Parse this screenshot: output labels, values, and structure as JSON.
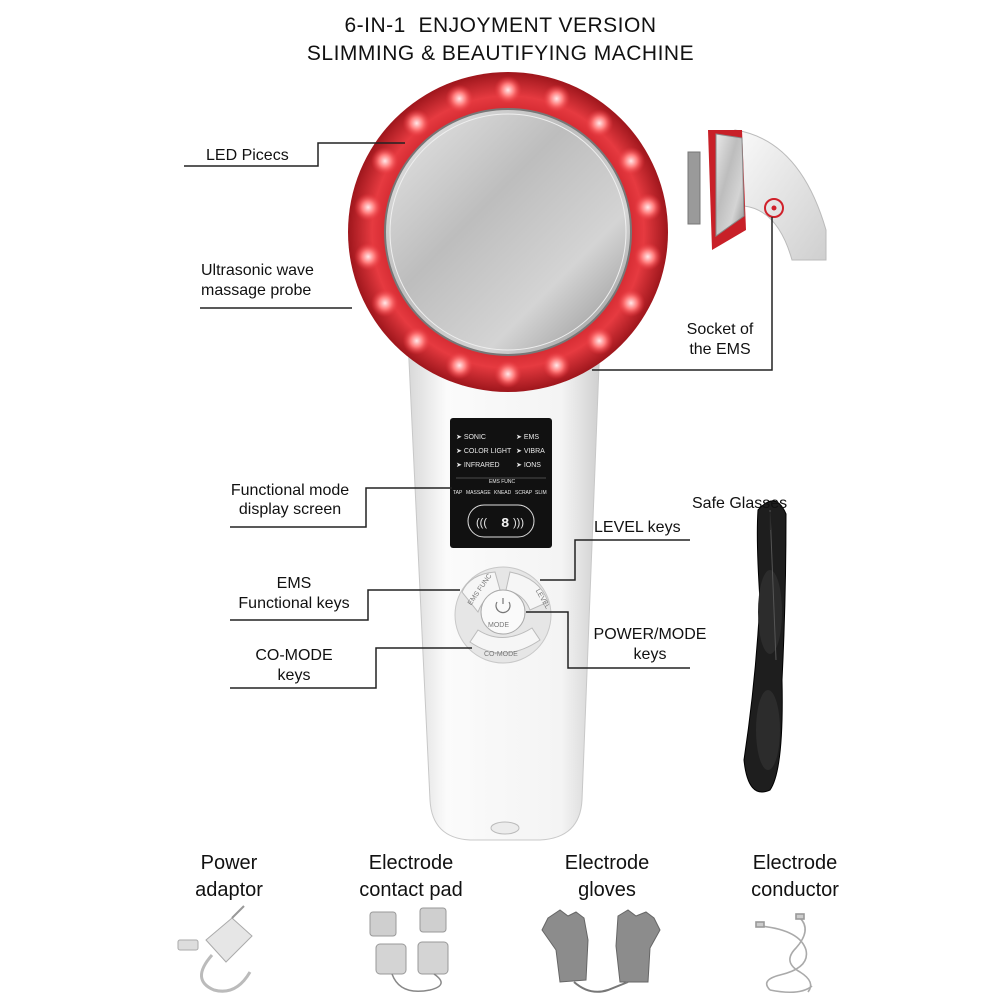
{
  "title": {
    "line1": "6-IN-1  ENJOYMENT VERSION",
    "line2": "SLIMMING & BEAUTIFYING MACHINE"
  },
  "callouts": {
    "led": "LED Picecs",
    "probe_line1": "Ultrasonic wave",
    "probe_line2": "massage probe",
    "socket_line1": "Socket of",
    "socket_line2": "the EMS",
    "display_line1": "Functional mode",
    "display_line2": "display screen",
    "level": "LEVEL keys",
    "safe_glasses": "Safe Glasses",
    "ems_line1": "EMS",
    "ems_line2": "Functional keys",
    "power_line1": "POWER/MODE",
    "power_line2": "keys",
    "comode_line1": "CO-MODE",
    "comode_line2": "keys"
  },
  "screen": {
    "modes_left": [
      "SONIC",
      "COLOR LIGHT",
      "INFRARED"
    ],
    "modes_right": [
      "EMS",
      "VIBRA",
      "IONS"
    ],
    "ems_func": "EMS FUNC",
    "ems_sub": [
      "TAP",
      "MASSAGE",
      "KNEAD",
      "SCRAP",
      "SLIM"
    ],
    "level_digit": "8"
  },
  "keys": {
    "ems_func": "EMS FUNC",
    "level": "LEVEL",
    "mode": "MODE",
    "co_mode": "CO-MODE"
  },
  "accessories": [
    {
      "line1": "Power",
      "line2": "adaptor",
      "icon": "power-adaptor-icon"
    },
    {
      "line1": "Electrode",
      "line2": "contact pad",
      "icon": "electrode-pad-icon"
    },
    {
      "line1": "Electrode",
      "line2": "gloves",
      "icon": "electrode-gloves-icon"
    },
    {
      "line1": "Electrode",
      "line2": "conductor",
      "icon": "electrode-conductor-icon"
    }
  ],
  "colors": {
    "led_red": "#e8323a",
    "ring_dark": "#a81c22",
    "body_white": "#f6f6f6",
    "screen_black": "#111111",
    "glasses_black": "#1a1a1a"
  }
}
